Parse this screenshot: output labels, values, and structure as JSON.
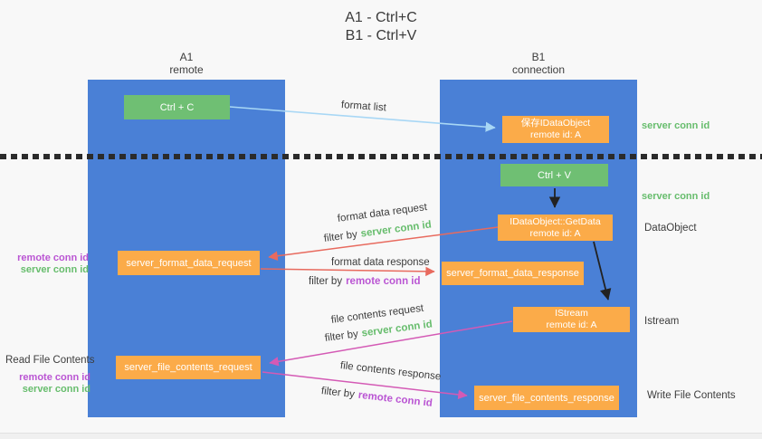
{
  "title": {
    "line1": "A1 - Ctrl+C",
    "line2": "B1 - Ctrl+V"
  },
  "lanes": {
    "a1": {
      "name": "A1",
      "role": "remote"
    },
    "b1": {
      "name": "B1",
      "role": "connection"
    }
  },
  "nodes": {
    "ctrl_c": "Ctrl + C",
    "ctrl_v": "Ctrl + V",
    "save_idataobject_line1": "保存IDataObject",
    "save_idataobject_line2": "remote id: A",
    "getdata_line1": "IDataObject::GetData",
    "getdata_line2": "remote id: A",
    "istream_line1": "IStream",
    "istream_line2": "remote id: A",
    "format_request": "server_format_data_request",
    "format_response": "server_format_data_response",
    "file_request": "server_file_contents_request",
    "file_response": "server_file_contents_response"
  },
  "labels": {
    "format_list": "format list",
    "format_data_request": "format data request",
    "format_data_response": "format data response",
    "file_contents_request": "file contents request",
    "file_contents_response": "file contents response",
    "filter_by": "filter by",
    "server_conn_id": "server conn id",
    "remote_conn_id": "remote conn id",
    "dataobject": "DataObject",
    "istream": "Istream",
    "read_file_contents": "Read File Contents",
    "write_file_contents": "Write File Contents"
  },
  "colors": {
    "lane_blue": "#4a80d6",
    "node_green": "#6fbf73",
    "node_orange": "#fbab49",
    "arrow_blue": "#a8d7f5",
    "arrow_red": "#e86a5e",
    "arrow_magenta": "#d45ab5",
    "arrow_black": "#222222",
    "text_green": "#67bd6d",
    "text_purple": "#ba55d3"
  }
}
